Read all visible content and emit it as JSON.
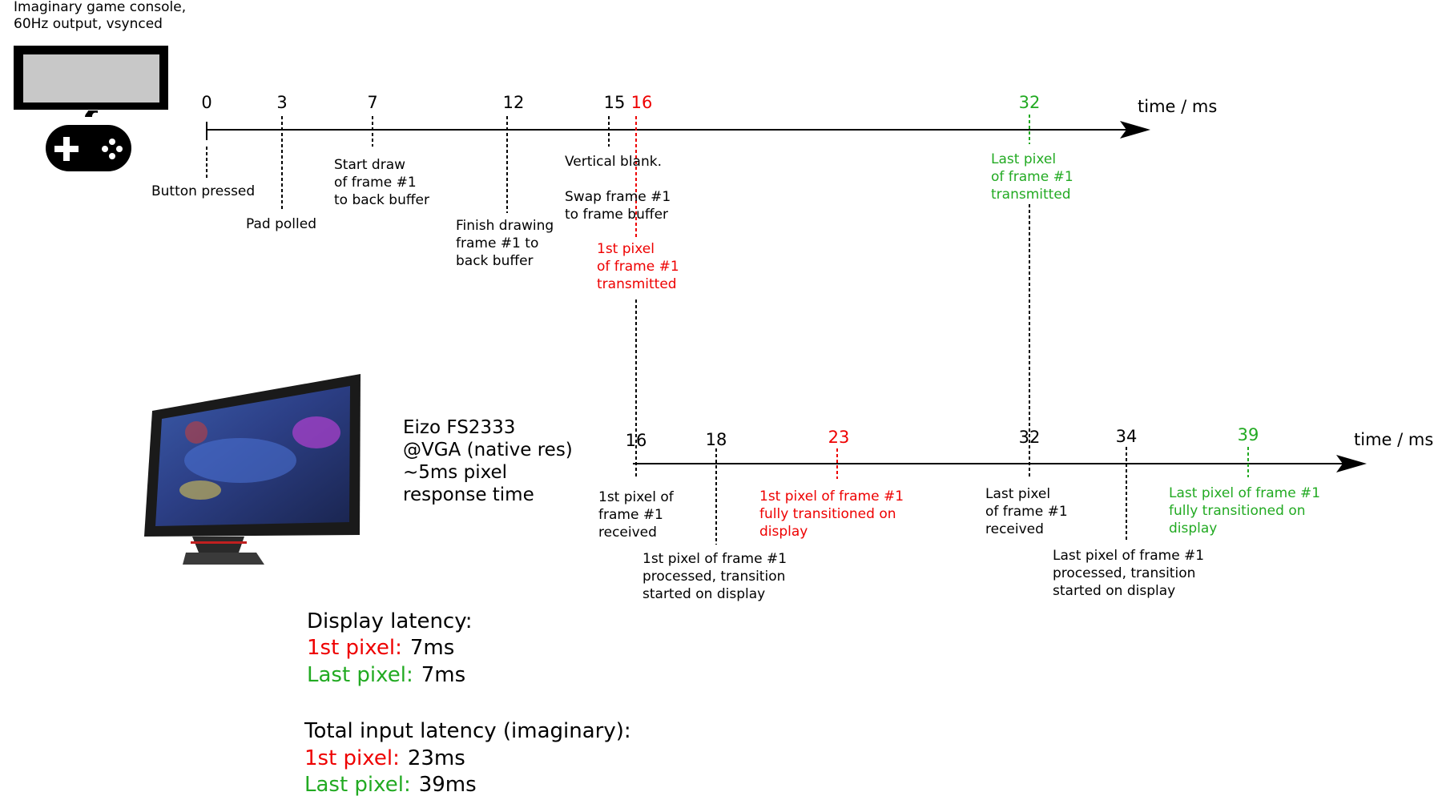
{
  "colors": {
    "red": "#ee0000",
    "green": "#22aa22",
    "black": "#000000"
  },
  "console": {
    "caption": [
      "Imaginary game console,",
      "60Hz output, vsynced"
    ],
    "icon": "game-console-icon"
  },
  "top_timeline": {
    "axis_label": "time / ms",
    "ticks": [
      {
        "value": "0",
        "color": "black"
      },
      {
        "value": "3",
        "color": "black"
      },
      {
        "value": "7",
        "color": "black"
      },
      {
        "value": "12",
        "color": "black"
      },
      {
        "value": "15",
        "color": "black"
      },
      {
        "value": "16",
        "color": "red"
      },
      {
        "value": "32",
        "color": "green"
      }
    ],
    "events": [
      {
        "lines": [
          "Button pressed"
        ],
        "color": "black"
      },
      {
        "lines": [
          "Pad polled"
        ],
        "color": "black"
      },
      {
        "lines": [
          "Start draw",
          "of frame #1",
          "to back buffer"
        ],
        "color": "black"
      },
      {
        "lines": [
          "Finish drawing",
          "frame #1 to",
          "back buffer"
        ],
        "color": "black"
      },
      {
        "lines": [
          "Vertical blank.",
          "",
          "Swap frame #1",
          "to frame buffer"
        ],
        "color": "black"
      },
      {
        "lines": [
          "1st pixel",
          "of frame #1",
          "transmitted"
        ],
        "color": "red"
      },
      {
        "lines": [
          "Last pixel",
          "of frame #1",
          "transmitted"
        ],
        "color": "green"
      }
    ]
  },
  "monitor": {
    "description": [
      "Eizo FS2333",
      "@VGA (native res)",
      "~5ms pixel",
      "response time"
    ],
    "icon": "monitor-icon"
  },
  "bottom_timeline": {
    "axis_label": "time / ms",
    "ticks": [
      {
        "value": "16",
        "color": "black"
      },
      {
        "value": "18",
        "color": "black"
      },
      {
        "value": "23",
        "color": "red"
      },
      {
        "value": "32",
        "color": "black"
      },
      {
        "value": "34",
        "color": "black"
      },
      {
        "value": "39",
        "color": "green"
      }
    ],
    "events": [
      {
        "lines": [
          "1st pixel of",
          "frame #1",
          "received"
        ],
        "color": "black"
      },
      {
        "lines": [
          "1st pixel of frame #1",
          "processed, transition",
          "started on display"
        ],
        "color": "black"
      },
      {
        "lines": [
          "1st pixel of frame #1",
          "fully transitioned on",
          "display"
        ],
        "color": "red"
      },
      {
        "lines": [
          "Last pixel",
          "of frame #1",
          "received"
        ],
        "color": "black"
      },
      {
        "lines": [
          "Last pixel of frame #1",
          "processed, transition",
          "started on display"
        ],
        "color": "black"
      },
      {
        "lines": [
          "Last pixel of frame #1",
          "fully transitioned on",
          "display"
        ],
        "color": "green"
      }
    ]
  },
  "display_latency": {
    "heading": "Display latency:",
    "first_label": "1st pixel:",
    "first_value": "7ms",
    "last_label": "Last pixel:",
    "last_value": "7ms"
  },
  "total_latency": {
    "heading": "Total input latency (imaginary):",
    "first_label": "1st pixel:",
    "first_value": "23ms",
    "last_label": "Last pixel:",
    "last_value": "39ms"
  }
}
